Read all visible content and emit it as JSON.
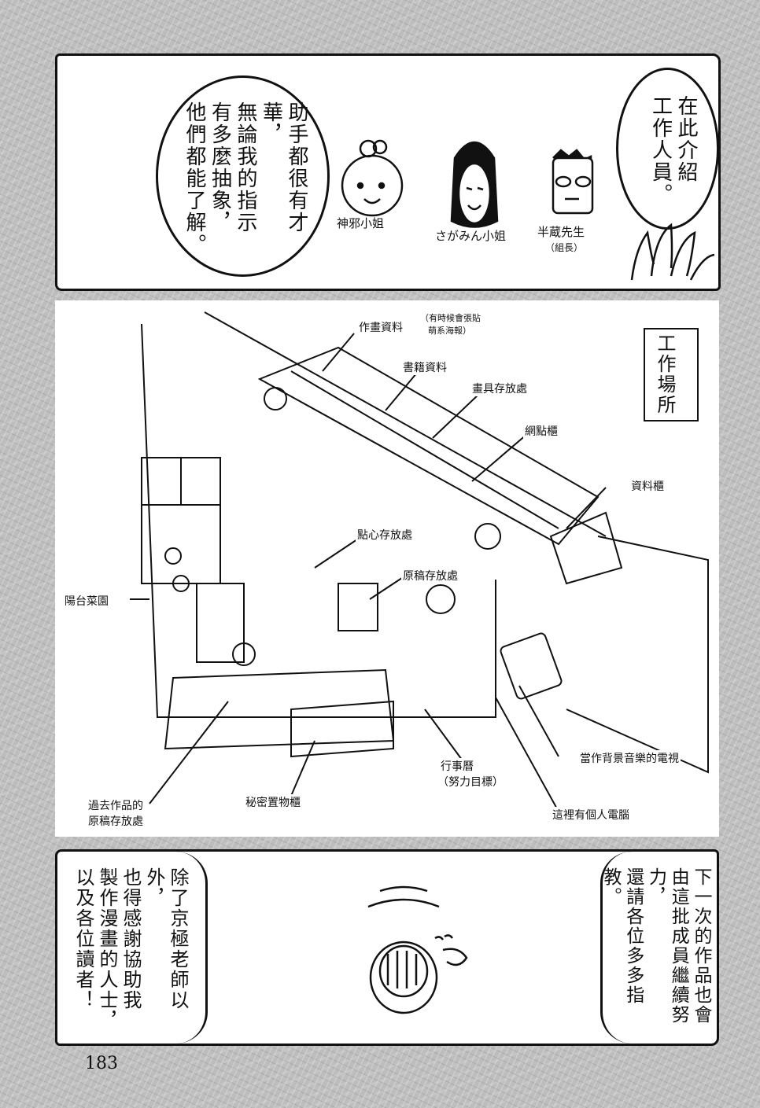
{
  "top_panel": {
    "right_bubble_lines": [
      "在此介紹",
      "工作人員。"
    ],
    "left_bubble_lines": [
      "助手都很有才華，",
      "無論我的指示",
      "有多麼抽象，",
      "他們都能了解。"
    ],
    "staff": [
      {
        "name": "神邪小姐"
      },
      {
        "name": "さがみん小姐"
      },
      {
        "name": "半蔵先生",
        "note": "（組長）"
      }
    ]
  },
  "workspace_panel": {
    "title": "工作場所",
    "labels": {
      "drawing_refs": "作畫資料",
      "drawing_refs_note_1": "（有時候會張貼",
      "drawing_refs_note_2": "萌系海報）",
      "book_refs": "書籍資料",
      "art_supplies": "畫具存放處",
      "screentone": "網點櫃",
      "file_cabinet": "資料櫃",
      "snacks": "點心存放處",
      "manuscripts": "原稿存放處",
      "balcony_garden": "陽台菜園",
      "tv": "當作背景音樂的電視",
      "calendar_1": "行事曆",
      "calendar_2": "（努力目標）",
      "secret_storage": "秘密置物櫃",
      "past_works_1": "過去作品的",
      "past_works_2": "原稿存放處",
      "pc": "這裡有個人電腦"
    }
  },
  "bottom_panel": {
    "right_bubble_lines": [
      "下一次的作品也會",
      "由這批成員繼續努力，",
      "還請各位多多指教。"
    ],
    "left_bubble_lines": [
      "除了京極老師以外，",
      "也得感謝協助我",
      "製作漫畫的人士，",
      "以及各位讀者！"
    ]
  },
  "page_number": "183"
}
